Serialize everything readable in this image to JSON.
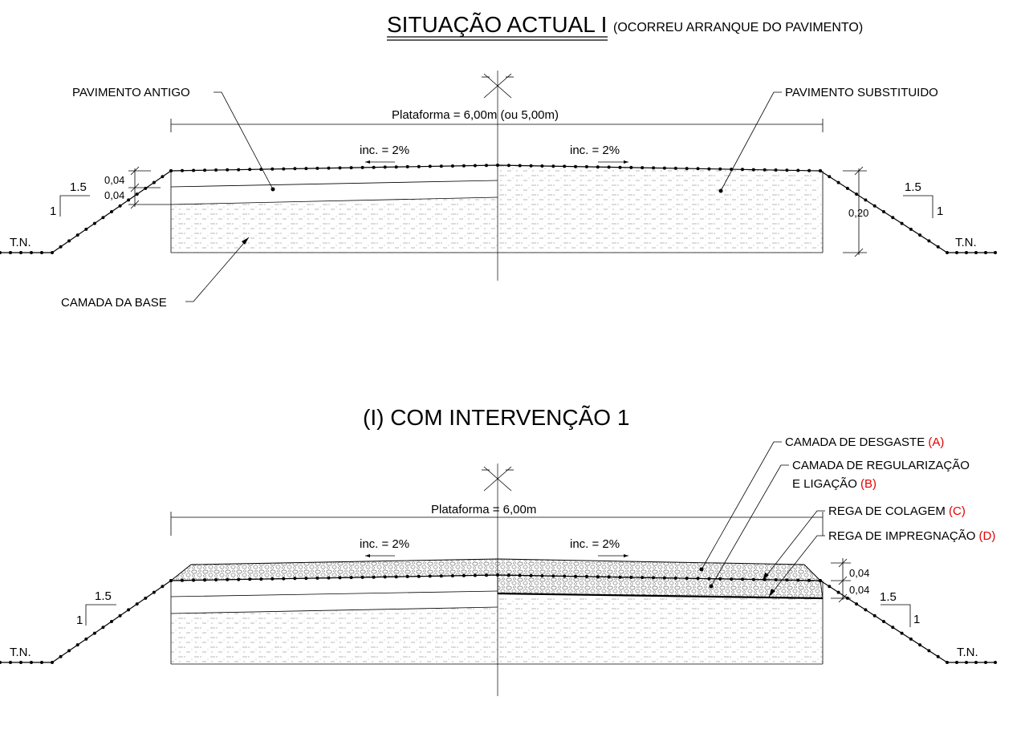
{
  "section1": {
    "title": "SITUAÇÃO ACTUAL I",
    "subtitle": "(OCORREU ARRANQUE DO PAVIMENTO)",
    "platform_label": "Plataforma = 6,00m (ou 5,00m)",
    "slope_left": "inc. = 2%",
    "slope_right": "inc. = 2%",
    "label_old_pavement": "PAVIMENTO ANTIGO",
    "label_replaced_pavement": "PAVIMENTO SUBSTITUIDO",
    "label_base_layer": "CAMADA DA BASE",
    "dim_top": "0,04",
    "dim_bottom": "0,04",
    "dim_right": "0,20",
    "embankment_h": "1.5",
    "embankment_v": "1",
    "ground_left": "T.N.",
    "ground_right": "T.N."
  },
  "section2": {
    "title": "(I) COM INTERVENÇÃO 1",
    "platform_label": "Plataforma = 6,00m",
    "slope_left": "inc. = 2%",
    "slope_right": "inc. = 2%",
    "layers": [
      {
        "text": "CAMADA DE DESGASTE",
        "code": "(A)"
      },
      {
        "text": "CAMADA DE REGULARIZAÇÃO",
        "text2": "E LIGAÇÃO",
        "code": "(B)"
      },
      {
        "text": "REGA DE COLAGEM",
        "code": "(C)"
      },
      {
        "text": "REGA DE IMPREGNAÇÃO",
        "code": "(D)"
      }
    ],
    "dim_top": "0,04",
    "dim_bottom": "0,04",
    "embankment_h": "1.5",
    "embankment_v": "1",
    "ground_left": "T.N.",
    "ground_right": "T.N."
  },
  "colors": {
    "line": "#000000",
    "code_red": "#e00000",
    "background": "#ffffff"
  }
}
